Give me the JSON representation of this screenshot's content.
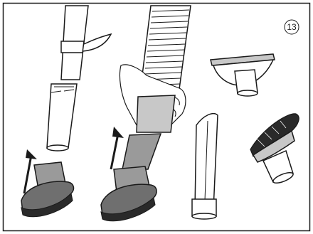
{
  "step_number": "13",
  "colors": {
    "outline": "#1a1a1a",
    "dark_gray": "#6f6f6f",
    "mid_gray": "#9a9a9a",
    "light_gray": "#c8c8c8",
    "background": "#ffffff"
  },
  "components": [
    "extension-tube",
    "suction-hose",
    "hose-handle",
    "dusting-brush",
    "upholstery-nozzle",
    "crevice-nozzle",
    "direction-arrow"
  ]
}
